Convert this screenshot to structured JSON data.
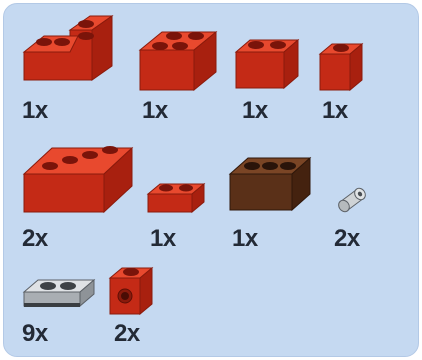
{
  "parts": [
    {
      "name": "red-l-brick-2x2-corner",
      "quantity": "1x",
      "color": "#d9321d"
    },
    {
      "name": "red-brick-2x2",
      "quantity": "1x",
      "color": "#d9321d"
    },
    {
      "name": "red-brick-1x2",
      "quantity": "1x",
      "color": "#d9321d"
    },
    {
      "name": "red-brick-1x1",
      "quantity": "1x",
      "color": "#d9321d"
    },
    {
      "name": "red-brick-1x4",
      "quantity": "2x",
      "color": "#d9321d"
    },
    {
      "name": "red-plate-1x2",
      "quantity": "1x",
      "color": "#d9321d"
    },
    {
      "name": "brown-brick-1x3",
      "quantity": "1x",
      "color": "#6b3a1f"
    },
    {
      "name": "light-gray-technic-pin",
      "quantity": "2x",
      "color": "#cfd3d6"
    },
    {
      "name": "light-gray-plate-1x2-with-door-rail",
      "quantity": "9x",
      "color": "#c9cdd1"
    },
    {
      "name": "red-technic-brick-1x1-with-hole",
      "quantity": "2x",
      "color": "#d9321d"
    }
  ]
}
